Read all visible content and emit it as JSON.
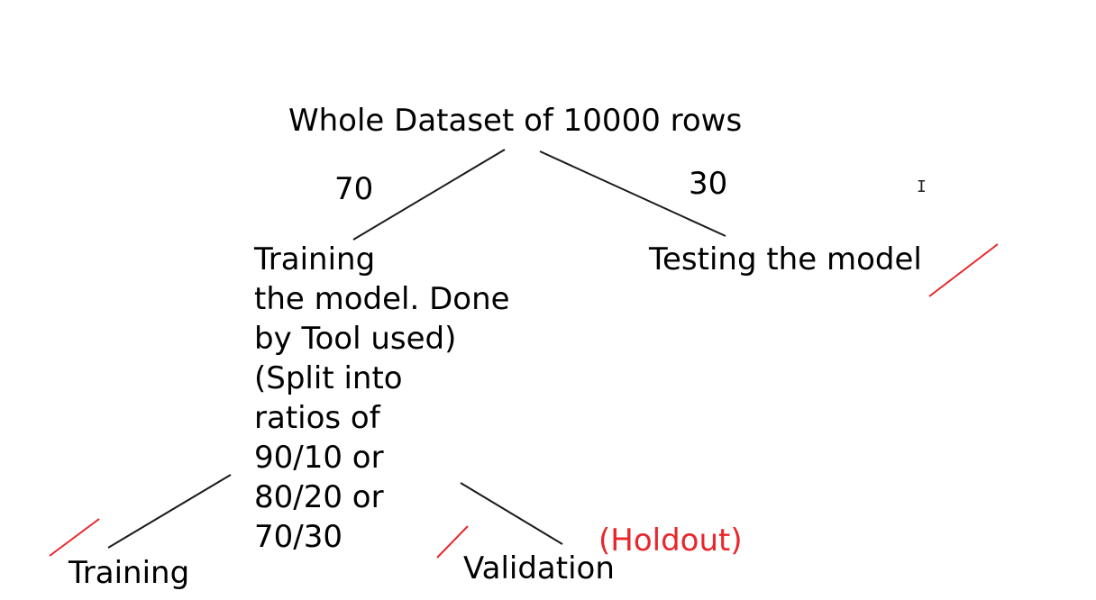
{
  "diagram": {
    "root": "Whole Dataset of 10000 rows",
    "split_left_percent": "70",
    "split_right_percent": "30",
    "left_node_lines": [
      "Training",
      "the model. Done",
      "by Tool used)",
      "(Split into",
      "ratios of",
      "90/10 or",
      "80/20 or",
      "70/30"
    ],
    "right_node": "Testing the model",
    "leaf_training": "Training",
    "leaf_validation": "Validation",
    "note_holdout": "(Holdout)"
  },
  "colors": {
    "text": "#000000",
    "annotation": "#e8262b",
    "line": "#1a1a1a"
  },
  "icons": {
    "cursor": "text-cursor-icon"
  }
}
